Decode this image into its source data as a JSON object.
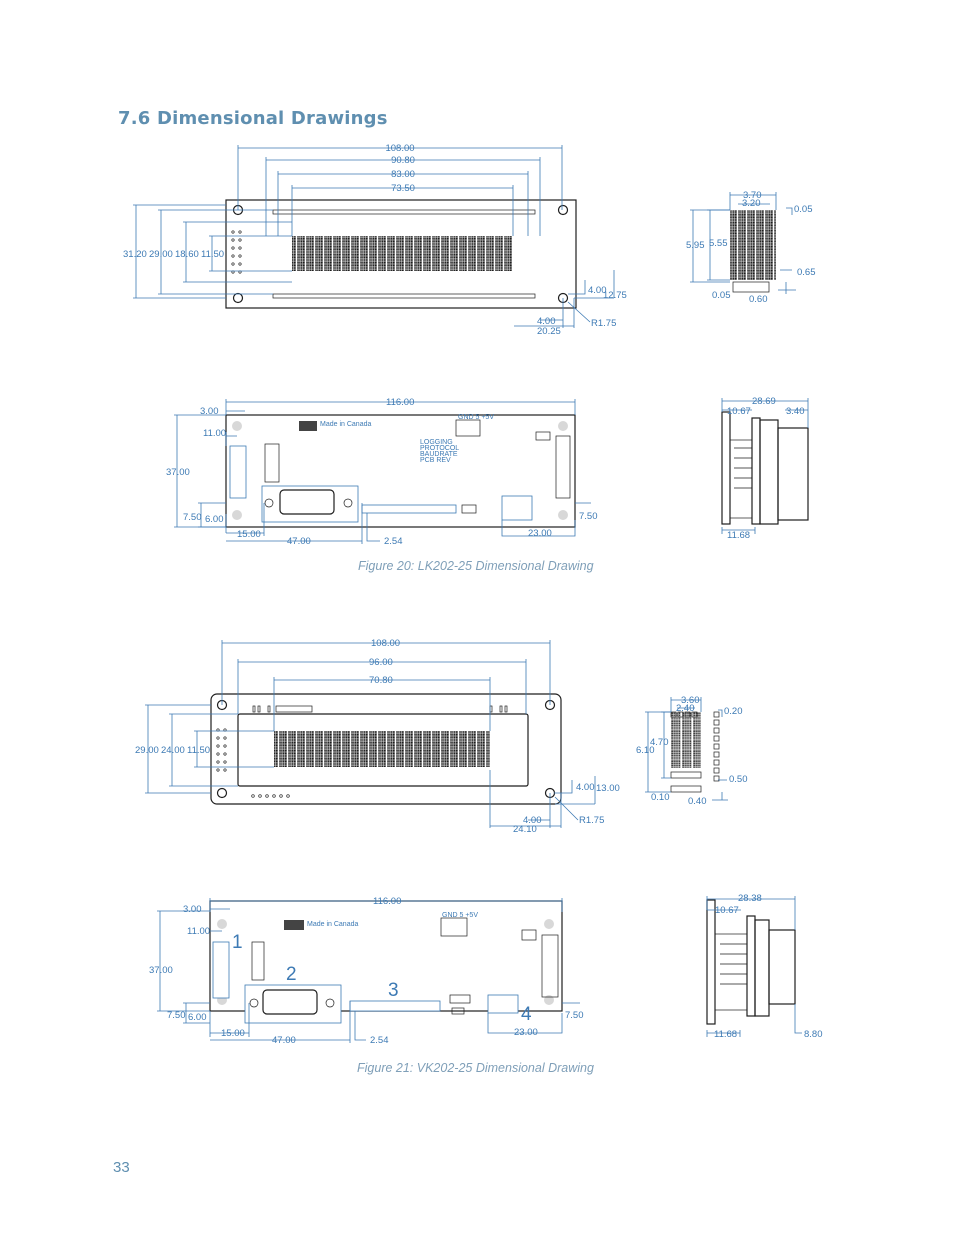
{
  "heading": "7.6 Dimensional Drawings",
  "figure20": {
    "caption": "Figure 20: LK202-25 Dimensional Drawing",
    "front": {
      "dim_width": "108.00",
      "dim_bezel": "90.80",
      "dim_view": "83.00",
      "dim_active": "73.50",
      "dim_height": "31.20",
      "dim_h2": "29.00",
      "dim_h3": "18.60",
      "dim_h4": "11.50",
      "dim_hole": "4.00",
      "dim_hole_v": "12.75",
      "dim_hole_h": "4.00",
      "dim_offset": "20.25",
      "dim_radius": "R1.75"
    },
    "char": {
      "w": "3.70",
      "w2": "3.20",
      "h": "5.95",
      "h2": "5.55",
      "gap": "0.05",
      "gap2": "0.65",
      "gap3": "0.05",
      "pitch": "0.60"
    },
    "back": {
      "dim_width": "116.00",
      "dim_top": "3.00",
      "dim_11": "11.00",
      "dim_height": "37.00",
      "dim_750": "7.50",
      "dim_600": "6.00",
      "dim_1500": "15.00",
      "dim_4700": "47.00",
      "dim_254": "2.54",
      "dim_2300": "23.00",
      "dim_750r": "7.50",
      "gnd_label": "GND 5 +5V",
      "logo_text": "Made in Canada",
      "jumper_labels": "LOGGING\nPROTOCOL\nBAUDRATE\nPCB REV"
    },
    "side": {
      "total": "28.69",
      "d1": "10.67",
      "d2": "3.40",
      "d3": "11.68"
    }
  },
  "figure21": {
    "caption": "Figure 21: VK202-25 Dimensional Drawing",
    "front": {
      "dim_width": "108.00",
      "dim_view": "96.00",
      "dim_active": "70.80",
      "dim_h1": "29.00",
      "dim_h2": "24.00",
      "dim_h3": "11.50",
      "dim_hole": "4.00",
      "dim_hole_v": "13.00",
      "dim_hole_h": "4.00",
      "dim_offset": "24.10",
      "dim_radius": "R1.75"
    },
    "char": {
      "w": "3.60",
      "w2": "2.40",
      "h": "6.10",
      "h2": "4.70",
      "gap": "0.20",
      "gap2": "0.50",
      "gap3": "0.10",
      "pitch": "0.40"
    },
    "back": {
      "dim_width": "116.00",
      "dim_top": "3.00",
      "dim_11": "11.00",
      "dim_height": "37.00",
      "dim_750": "7.50",
      "dim_600": "6.00",
      "dim_1500": "15.00",
      "dim_4700": "47.00",
      "dim_254": "2.54",
      "dim_2300": "23.00",
      "dim_750r": "7.50",
      "n1": "1",
      "n2": "2",
      "n3": "3",
      "n4": "4",
      "gnd_label": "GND 5 +5V",
      "logo_text": "Made in Canada"
    },
    "side": {
      "total": "28.38",
      "d1": "10.67",
      "d3": "11.68",
      "d4": "8.80"
    }
  },
  "page_number": "33",
  "colors": {
    "heading": "#5f8fb0",
    "dimension": "#3d7ab4",
    "outline": "#1e1e1e",
    "caption": "#7f9fb8"
  }
}
